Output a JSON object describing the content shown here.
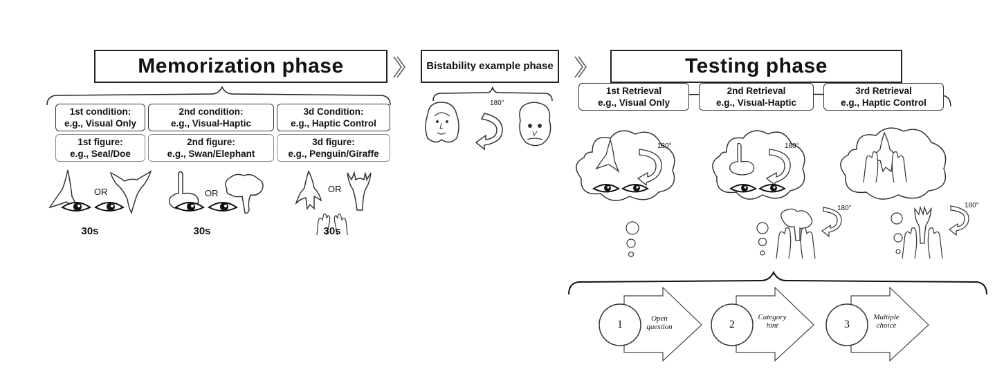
{
  "phases": {
    "memorization": "Memorization phase",
    "bistability": "Bistability example phase",
    "testing": "Testing phase"
  },
  "conditions": [
    {
      "line1": "1st condition:",
      "line2": "e.g., Visual Only"
    },
    {
      "line1": "2nd condition:",
      "line2": "e.g., Visual-Haptic"
    },
    {
      "line1": "3d Condition:",
      "line2": "e.g., Haptic Control"
    }
  ],
  "figures": [
    {
      "line1": "1st figure:",
      "line2": "e.g., Seal/Doe"
    },
    {
      "line1": "2nd figure:",
      "line2": "e.g., Swan/Elephant"
    },
    {
      "line1": "3d figure:",
      "line2": "e.g., Penguin/Giraffe"
    }
  ],
  "or_label": "OR",
  "durations": [
    "30s",
    "30s",
    "30s"
  ],
  "rotation_label": "180°",
  "retrievals": [
    {
      "line1": "1st Retrieval",
      "line2": "e.g., Visual Only"
    },
    {
      "line1": "2nd Retrieval",
      "line2": "e.g., Visual-Haptic"
    },
    {
      "line1": "3rd Retrieval",
      "line2": "e.g., Haptic Control"
    }
  ],
  "steps": [
    {
      "number": "1",
      "label_line1": "Open",
      "label_line2": "question"
    },
    {
      "number": "2",
      "label_line1": "Category",
      "label_line2": "hint"
    },
    {
      "number": "3",
      "label_line1": "Multiple",
      "label_line2": "choice"
    }
  ]
}
